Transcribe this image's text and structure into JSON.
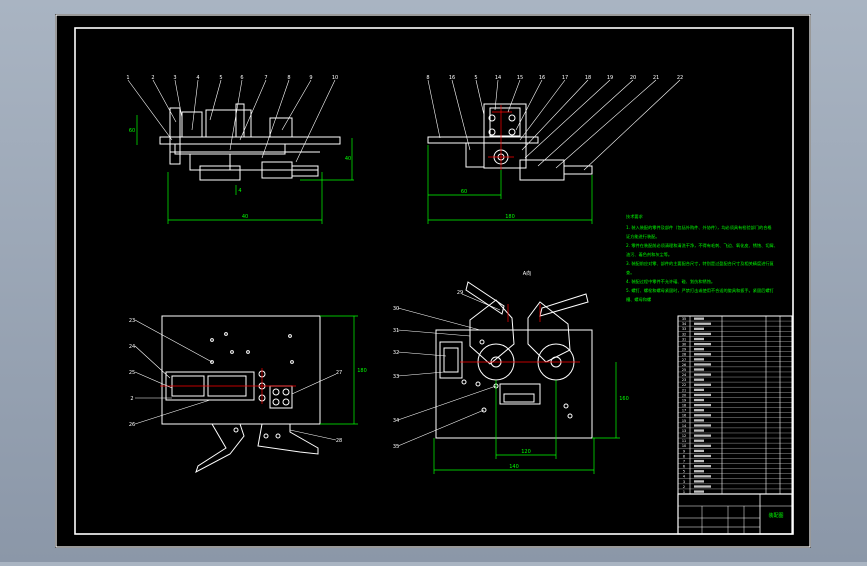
{
  "sheet": {
    "background": "#000000",
    "frame_color": "#ffffff",
    "text_color": "#00ff00",
    "accent": "#ff0000"
  },
  "views": {
    "front_left": {
      "balloons": [
        "1",
        "2",
        "3",
        "4",
        "5",
        "6",
        "7",
        "8",
        "9",
        "10"
      ],
      "dims": [
        "40",
        "60",
        "40",
        "4"
      ]
    },
    "front_right": {
      "balloons": [
        "8",
        "16",
        "5",
        "14",
        "15",
        "16",
        "17",
        "18",
        "19",
        "20",
        "21",
        "22"
      ],
      "dims": [
        "60",
        "180"
      ]
    },
    "plan_left": {
      "balloons": [
        "23",
        "24",
        "25",
        "2",
        "26",
        "27",
        "28"
      ],
      "dims": [
        "180"
      ]
    },
    "plan_right": {
      "title": "A向",
      "balloons": [
        "29",
        "30",
        "31",
        "32",
        "33",
        "34",
        "35"
      ],
      "dims": [
        "120",
        "140",
        "160"
      ]
    }
  },
  "tech_notes": {
    "title": "技术要求",
    "lines": [
      "1. 装入装配的零件及部件（包括外购件、外协件），均必须具有检验部门的合格",
      "证方能进行装配。",
      "2. 零件在装配前必须清理和清洗干净，不得有毛刺、飞边、氧化皮、锈蚀、切屑、",
      "油污、着色剂和灰尘等。",
      "3. 装配前应对零、部件的主要配合尺寸，特别是过盈配合尺寸及相关精度进行复",
      "查。",
      "4. 装配过程中零件不允许磕、碰、划伤和锈蚀。",
      "5. 螺钉、螺栓和螺母紧固时，严禁打击或使用不合适的旋具和扳手。紧固后螺钉",
      "槽、螺母和螺"
    ]
  },
  "parts_list": {
    "rows": [
      "35",
      "34",
      "33",
      "32",
      "31",
      "30",
      "29",
      "28",
      "27",
      "26",
      "25",
      "24",
      "23",
      "22",
      "21",
      "20",
      "19",
      "18",
      "17",
      "16",
      "15",
      "14",
      "13",
      "12",
      "11",
      "10",
      "9",
      "8",
      "7",
      "6",
      "5",
      "4",
      "3",
      "2",
      "1"
    ]
  },
  "title_block": {
    "name": "装配图"
  }
}
